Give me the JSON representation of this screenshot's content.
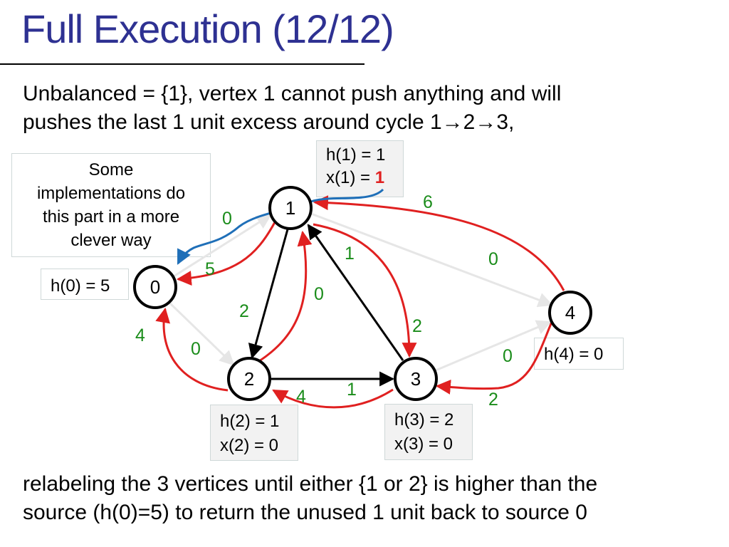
{
  "slide": {
    "title": "Full Execution (12/12)",
    "intro_line1": "Unbalanced = {1}, vertex 1 cannot push anything and will",
    "intro_line2": "pushes the last 1 unit excess around cycle 1→2→3,",
    "footer_line1": "relabeling the 3 vertices until either {1 or 2} is higher than the",
    "footer_line2": "source (h(0)=5) to return the unused 1 unit back to source 0"
  },
  "callout": {
    "lines": [
      "Some",
      "implementations do",
      "this part in a more",
      "clever way"
    ]
  },
  "labels": {
    "h0": "h(0) = 5",
    "h1": "h(1) = 1",
    "x1_prefix": "x(1) = ",
    "x1_value": "1",
    "h2": "h(2) = 1",
    "x2": "x(2) = 0",
    "h3": "h(3) = 2",
    "x3": "x(3) = 0",
    "h4": "h(4) = 0"
  },
  "nodes": {
    "n0": "0",
    "n1": "1",
    "n2": "2",
    "n3": "3",
    "n4": "4"
  },
  "edge_labels": {
    "e1_0_res": "0",
    "e0_1_res": "5",
    "e0_2_flow": "4",
    "e2_0_res": "0",
    "e1_2": "2",
    "e2_1_res": "0",
    "e1_3": "1",
    "e3_1_res": "2",
    "e2_3": "1",
    "e3_2_res": "4",
    "e4_1": "6",
    "e1_4_res": "0",
    "e4_3_res": "0",
    "e3_4": "2"
  },
  "colors": {
    "title": "#2e3192",
    "red_edge": "#e02020",
    "blue_path": "#1f6fb8",
    "green_label": "#1a8c1a",
    "faint_edge": "#e6e6e6"
  }
}
